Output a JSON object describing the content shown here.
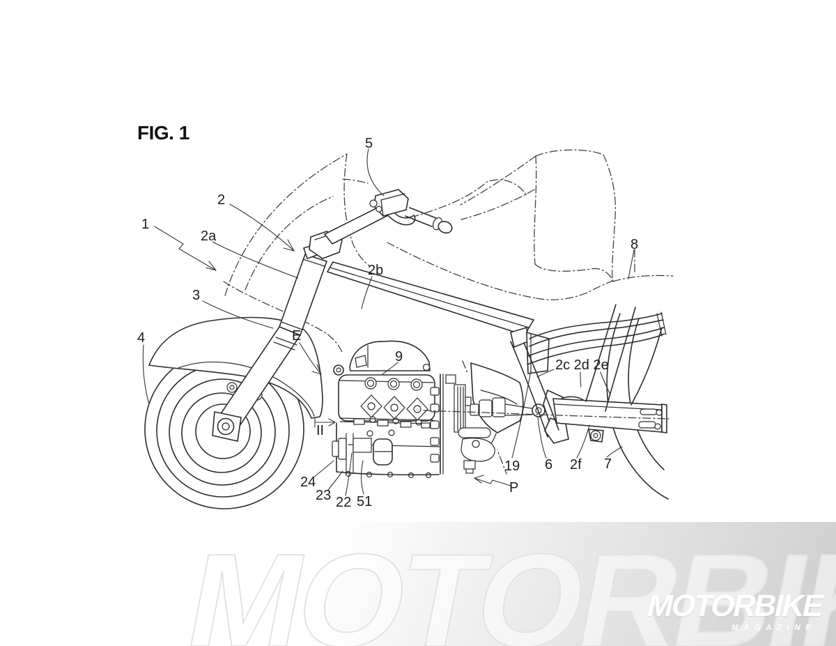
{
  "figure": {
    "title": "FIG. 1",
    "labels": [
      {
        "ref": "1"
      },
      {
        "ref": "2"
      },
      {
        "ref": "2a"
      },
      {
        "ref": "3"
      },
      {
        "ref": "4"
      },
      {
        "ref": "5"
      },
      {
        "ref": "2b"
      },
      {
        "ref": "8"
      },
      {
        "ref": "E"
      },
      {
        "ref": "9"
      },
      {
        "ref": "II"
      },
      {
        "ref": "2c 2d 2e"
      },
      {
        "ref": "19"
      },
      {
        "ref": "6"
      },
      {
        "ref": "2f"
      },
      {
        "ref": "7"
      },
      {
        "ref": "24"
      },
      {
        "ref": "23"
      },
      {
        "ref": "22"
      },
      {
        "ref": "51"
      },
      {
        "ref": "P"
      }
    ]
  },
  "watermark": {
    "text": "MOTORBIKE",
    "outline_color": "#e2e2e2"
  },
  "logo": {
    "title": "MOTORBIKE",
    "subtitle": "MAGAZINE",
    "text_color": "#ffffff"
  },
  "drawing": {
    "ink_color": "#2b2b2b",
    "background": "#ffffff"
  }
}
